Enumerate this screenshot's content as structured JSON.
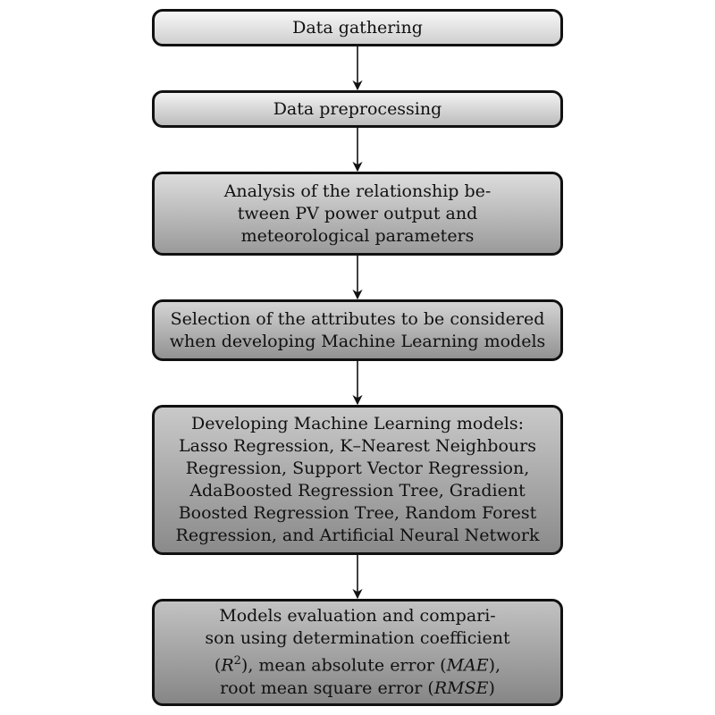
{
  "flow": {
    "steps": [
      {
        "lines": [
          "Data gathering"
        ]
      },
      {
        "lines": [
          "Data preprocessing"
        ]
      },
      {
        "lines": [
          "Analysis of the relationship be-",
          "tween PV power output and",
          "meteorological parameters"
        ]
      },
      {
        "lines": [
          "Selection of the attributes to be considered",
          "when developing Machine Learning models"
        ]
      },
      {
        "lines": [
          "Developing Machine Learning models:",
          "Lasso Regression, K–Nearest Neighbours",
          "Regression, Support Vector Regression,",
          "AdaBoosted Regression Tree, Gradient",
          "Boosted Regression Tree, Random Forest",
          "Regression, and Artificial Neural Network"
        ]
      },
      {
        "lines": [
          "Models evaluation and compari-",
          "son using determination coefficient"
        ],
        "line3": {
          "open": "(",
          "var": "R",
          "sup": "2",
          "mid": "), mean absolute error (",
          "var2": "MAE",
          "close": "),"
        },
        "line4": {
          "text": "root mean square error (",
          "var": "RMSE",
          "close": ")"
        }
      }
    ]
  }
}
